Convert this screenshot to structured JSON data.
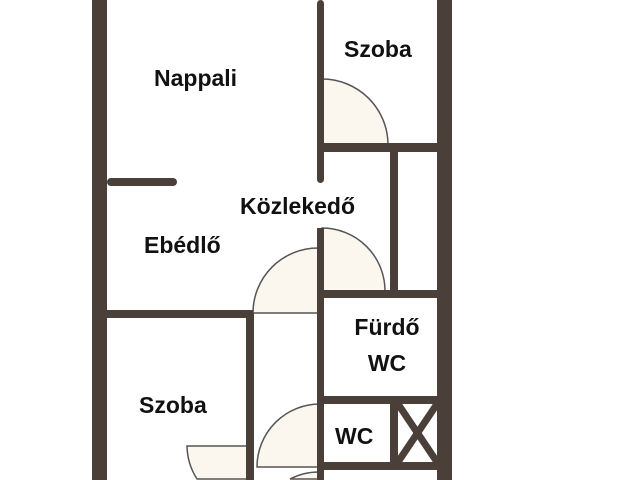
{
  "colors": {
    "wall": "#4b3f3a",
    "door_fill": "#fbf7ef",
    "door_stroke": "#555555"
  },
  "rooms": {
    "nappali": "Nappali",
    "szoba_top": "Szoba",
    "kozlekedo": "Közlekedő",
    "ebedlo": "Ebédlő",
    "furdo": "Fürdő",
    "furdo_wc": "WC",
    "szoba_bottom": "Szoba",
    "wc": "WC"
  }
}
